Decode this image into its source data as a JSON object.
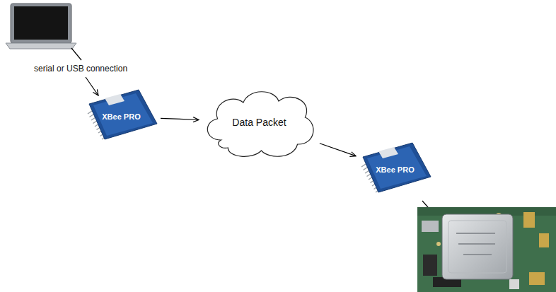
{
  "diagram": {
    "nodes": [
      {
        "text": [
          "XBee PRO"
        ]
      },
      {
        "text": [
          "Data Packet"
        ]
      },
      {
        "text": [
          "XBee PRO"
        ]
      }
    ],
    "edges": [
      {
        "from": 0,
        "to": 1,
        "arrow": "to"
      },
      {
        "from": 1,
        "to": 2,
        "arrow": "to"
      }
    ],
    "labels": [
      "serial or USB connection"
    ]
  }
}
